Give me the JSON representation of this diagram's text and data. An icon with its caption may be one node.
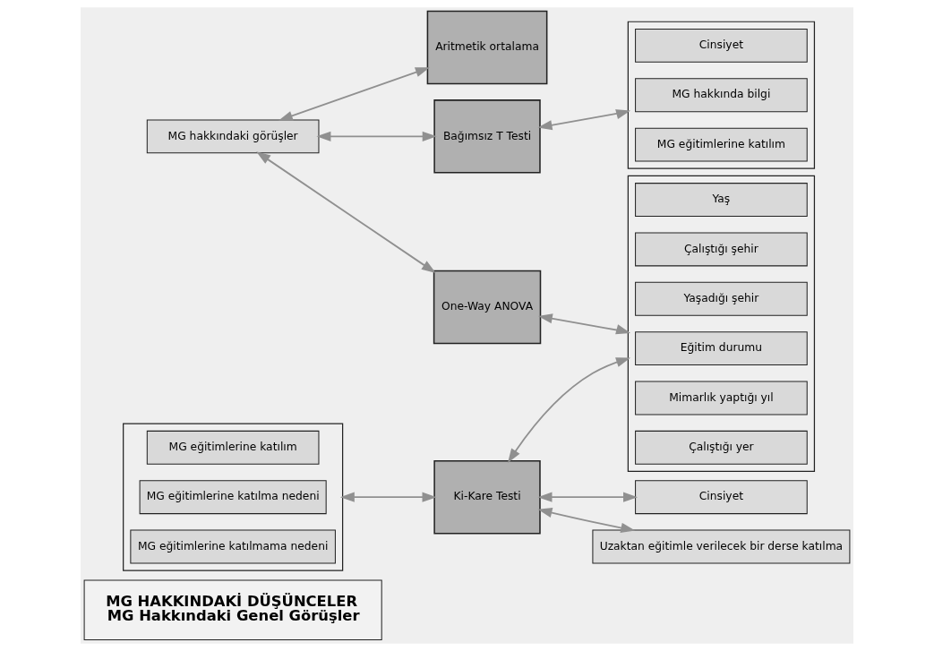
{
  "diagram": {
    "nodes": [
      {
        "text": [
          "MG HAKKINDAKİ DÜŞÜNCELER",
          "MG Hakkındaki Genel Görüşler"
        ]
      },
      {
        "text": [
          "MG hakkındaki görüşler"
        ]
      },
      {
        "text": [],
        "shape": "box"
      },
      {
        "text": [
          "MG eğitimlerine katılım"
        ],
        "in": 2
      },
      {
        "text": [
          "MG eğitimlerine katılma nedeni"
        ],
        "in": 2
      },
      {
        "text": [
          "MG eğitimlerine katılmama nedeni"
        ],
        "in": 2
      },
      {
        "text": [
          "Aritmetik ortalama"
        ]
      },
      {
        "text": [
          "Bağımsız T Testi"
        ]
      },
      {
        "text": [
          "One-Way ANOVA"
        ]
      },
      {
        "text": [
          "Ki-Kare Testi"
        ]
      },
      {
        "text": [],
        "shape": "box"
      },
      {
        "text": [
          "Cinsiyet"
        ],
        "in": 10
      },
      {
        "text": [
          "MG hakkında bilgi"
        ],
        "in": 10
      },
      {
        "text": [
          "MG eğitimlerine katılım"
        ],
        "in": 10
      },
      {
        "text": [],
        "shape": "box"
      },
      {
        "text": [
          "Yaş"
        ],
        "in": 14
      },
      {
        "text": [
          "Çalıştığı şehir"
        ],
        "in": 14
      },
      {
        "text": [
          "Yaşadığı şehir"
        ],
        "in": 14
      },
      {
        "text": [
          "Eğitim durumu"
        ],
        "in": 14
      },
      {
        "text": [
          "Mimarlık yaptığı yıl"
        ],
        "in": 14
      },
      {
        "text": [
          "Çalıştığı yer"
        ],
        "in": 14
      },
      {
        "text": [
          "Cinsiyet"
        ]
      },
      {
        "text": [
          "Uzaktan eğitimle verilecek bir derse katılma"
        ]
      }
    ],
    "edges": [
      {
        "from": 1,
        "to": 6,
        "arrow": "both"
      },
      {
        "from": 1,
        "to": 7,
        "arrow": "both"
      },
      {
        "from": 1,
        "to": 8,
        "arrow": "both"
      },
      {
        "from": 2,
        "to": 9,
        "arrow": "both"
      },
      {
        "from": 7,
        "to": 10,
        "arrow": "both"
      },
      {
        "from": 8,
        "to": 14,
        "arrow": "both"
      },
      {
        "from": 9,
        "to": 14,
        "arrow": "both"
      },
      {
        "from": 9,
        "to": 21,
        "arrow": "both"
      },
      {
        "from": 9,
        "to": 22,
        "arrow": "both"
      }
    ]
  }
}
